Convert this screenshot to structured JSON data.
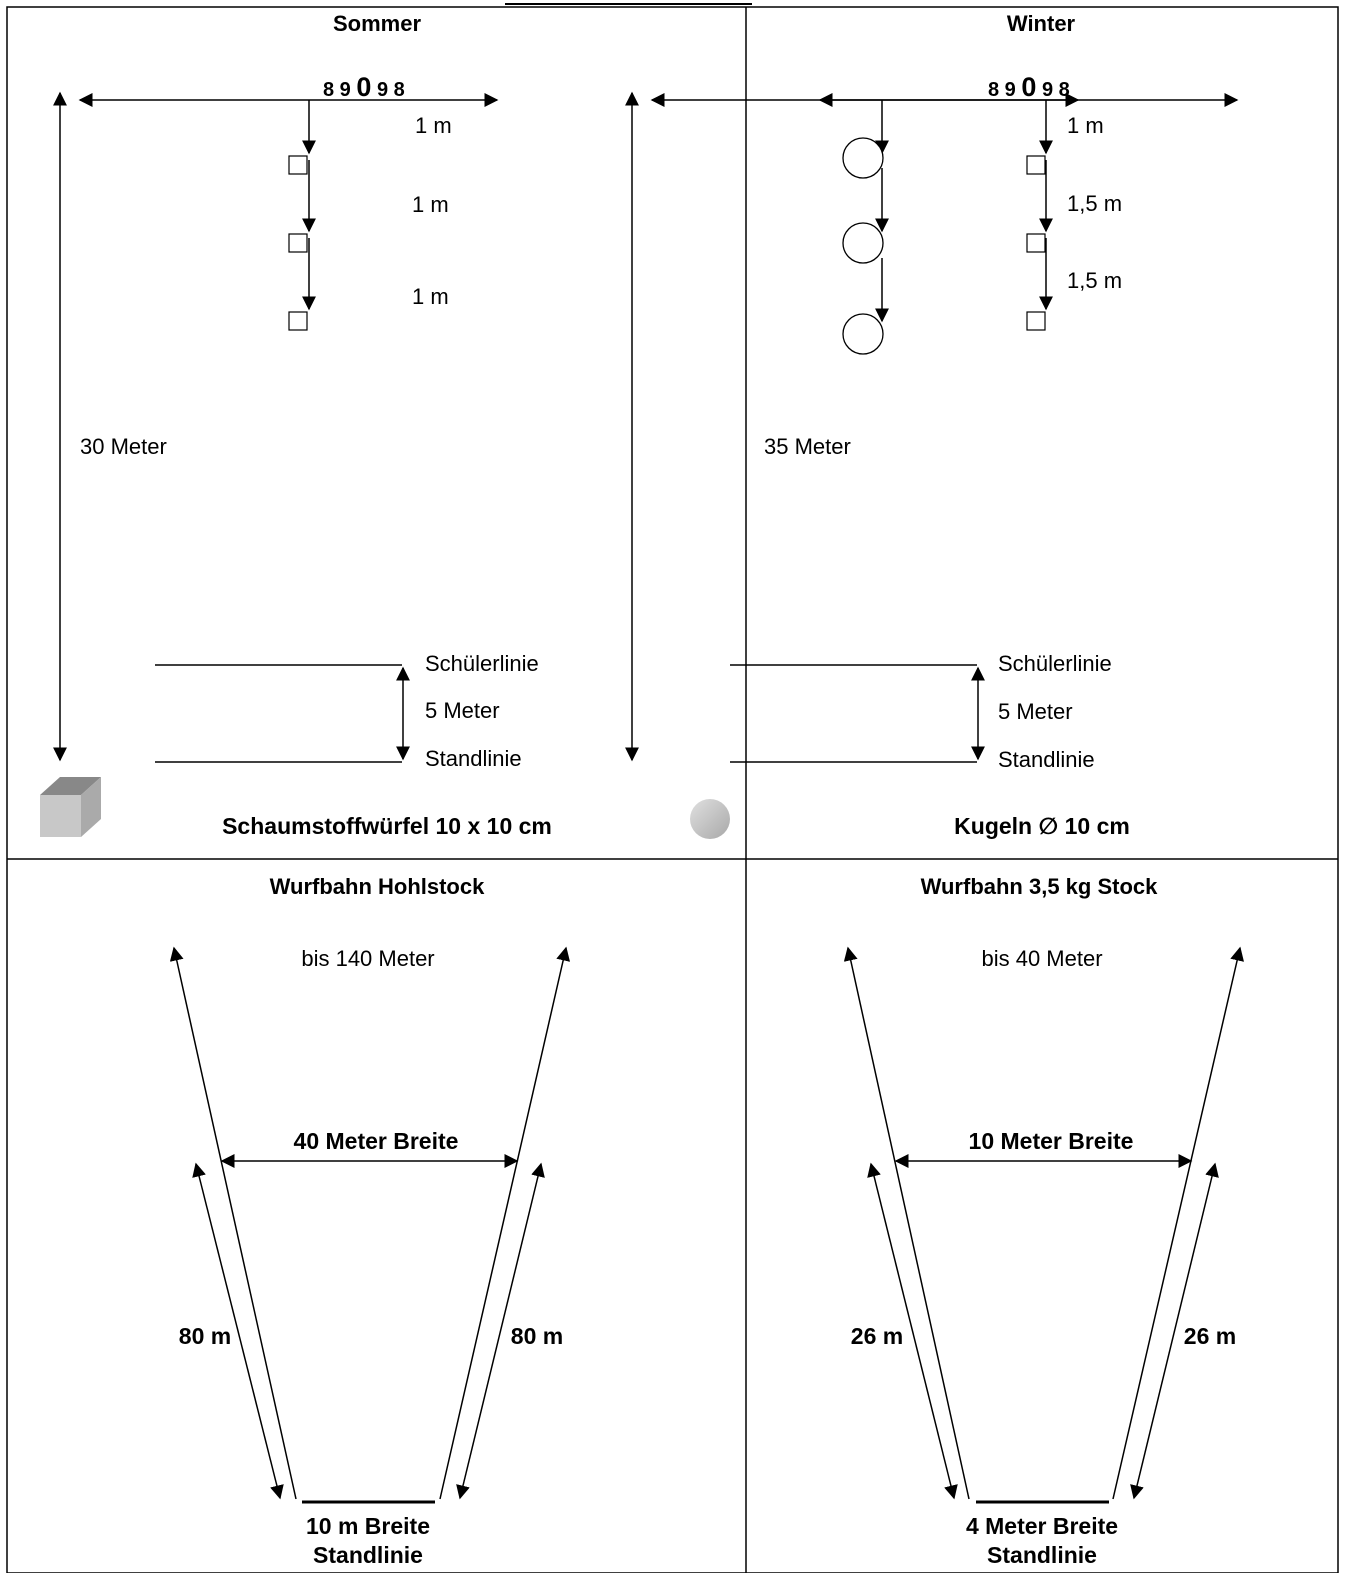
{
  "panels": {
    "summer": {
      "title": "Sommer",
      "target_number": {
        "left": "8 9 ",
        "mid": "0",
        "right": " 9 8"
      },
      "spacings": [
        "1 m",
        "1 m",
        "1 m"
      ],
      "distance": "30 Meter",
      "line_top": "Schülerlinie",
      "line_gap": "5 Meter",
      "line_bottom": "Standlinie",
      "caption": "Schaumstoffwürfel 10 x 10 cm"
    },
    "winter": {
      "title": "Winter",
      "target_number": {
        "left": "8 9 ",
        "mid": "0",
        "right": " 9 8"
      },
      "spacings": [
        "1 m",
        "1,5 m",
        "1,5 m"
      ],
      "distance": "35 Meter",
      "line_top": "Schülerlinie",
      "line_gap": "5 Meter",
      "line_bottom": "Standlinie",
      "caption": "Kugeln  ∅ 10 cm"
    },
    "hohlstock": {
      "title": "Wurfbahn Hohlstock",
      "range": "bis 140 Meter",
      "width_label": "40 Meter Breite",
      "side_left": "80 m",
      "side_right": "80 m",
      "base_line1": "10 m Breite",
      "base_line2": "Standlinie"
    },
    "stock35": {
      "title": "Wurfbahn 3,5 kg Stock",
      "range": "bis 40 Meter",
      "width_label": "10 Meter Breite",
      "side_left": "26 m",
      "side_right": "26 m",
      "base_line1": "4 Meter Breite",
      "base_line2": "Standlinie"
    }
  },
  "colors": {
    "line": "#000000",
    "cube_face": "#c8c8c8",
    "ball": "#bdbdbd"
  }
}
